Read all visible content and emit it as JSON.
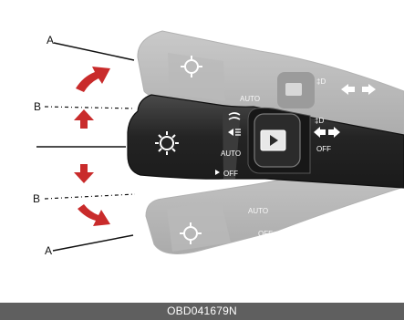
{
  "figure": {
    "code": "OBD041679N",
    "labels": {
      "a_top": "A",
      "b_top": "B",
      "b_bottom": "B",
      "a_bottom": "A"
    },
    "switch": {
      "auto": "AUTO",
      "off": "OFF"
    }
  },
  "colors": {
    "arrow_red": "#c92b2b",
    "stalk_main": "#2c2c2c",
    "stalk_ghost": "#bcbcbc",
    "footer_bg": "#5f5f5f"
  },
  "icons": {
    "light": "light-bulb-icon",
    "flasher": "flasher-icon",
    "fog": "fog-light-icon",
    "turn": "turn-signal-icon",
    "arrow_up": "red-up-arrow-icon",
    "arrow_down": "red-down-arrow-icon",
    "arrow_curve_up": "red-curved-up-arrow-icon",
    "arrow_curve_down": "red-curved-down-arrow-icon"
  }
}
